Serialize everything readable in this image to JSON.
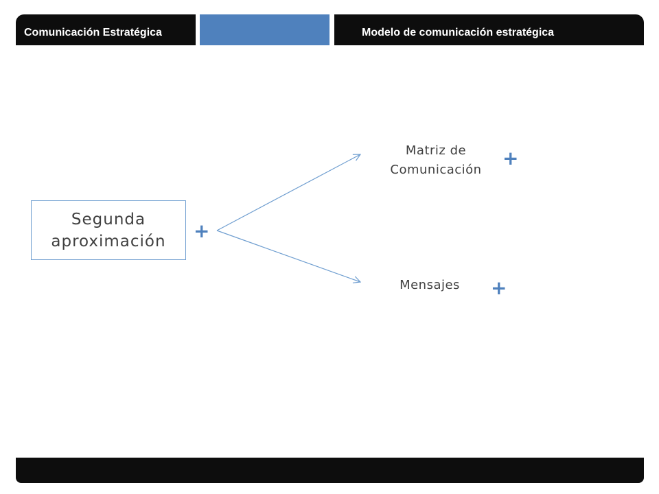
{
  "header": {
    "left_title": "Comunicación Estratégica",
    "right_title": "Modelo de comunicación estratégica"
  },
  "diagram": {
    "source_node": {
      "line1": "Segunda",
      "line2": "aproximación"
    },
    "targets": [
      {
        "line1": "Matriz de",
        "line2": "Comunicación"
      },
      {
        "label": "Mensajes"
      }
    ],
    "plus_symbol": "+"
  },
  "colors": {
    "header_bg": "#0d0d0d",
    "header_accent": "#4f81bd",
    "arrow": "#6f9ed0",
    "plus": "#4f81bd",
    "text": "#404040"
  }
}
